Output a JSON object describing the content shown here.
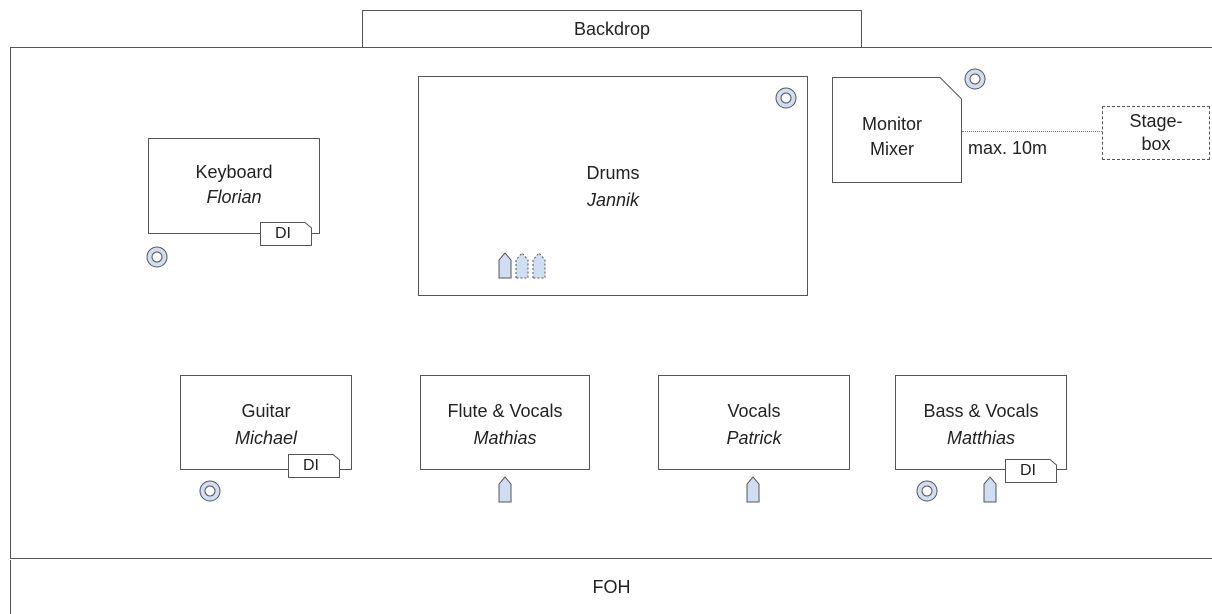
{
  "colors": {
    "line": "#555555",
    "monitor_fill": "#cfdef2",
    "mic_fill": "#cfdef2",
    "background": "#ffffff"
  },
  "icons": {
    "monitor": "wedge-monitor-icon",
    "mic": "microphone-icon",
    "di": "di-box-icon"
  },
  "backdrop": {
    "label": "Backdrop"
  },
  "foh": {
    "label": "FOH"
  },
  "stage": {
    "keyboard": {
      "instrument": "Keyboard",
      "player": "Florian",
      "di": "DI"
    },
    "drums": {
      "instrument": "Drums",
      "player": "Jannik"
    },
    "monitor_mixer": {
      "line1": "Monitor",
      "line2": "Mixer"
    },
    "cable": {
      "label": "max. 10m"
    },
    "stagebox": {
      "line1": "Stage-",
      "line2": "box"
    },
    "guitar": {
      "instrument": "Guitar",
      "player": "Michael",
      "di": "DI"
    },
    "flute_vocals": {
      "instrument": "Flute & Vocals",
      "player": "Mathias"
    },
    "vocals": {
      "instrument": "Vocals",
      "player": "Patrick"
    },
    "bass_vocals": {
      "instrument": "Bass & Vocals",
      "player": "Matthias",
      "di": "DI"
    }
  }
}
